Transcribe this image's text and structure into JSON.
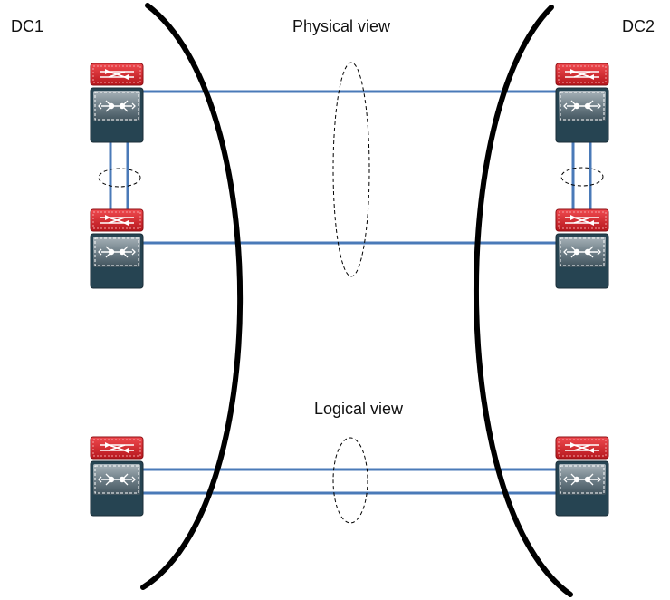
{
  "labels": {
    "dc1": "DC1",
    "dc2": "DC2",
    "physical_view": "Physical view",
    "logical_view": "Logical view"
  },
  "colors": {
    "link": "#4a7ab8",
    "boundary": "#000000",
    "router_red": "#d7262c",
    "switch_dark": "#2b4553",
    "switch_face": "#7d8c95"
  },
  "icons": {
    "router": "router-icon",
    "switch": "switch-icon"
  }
}
